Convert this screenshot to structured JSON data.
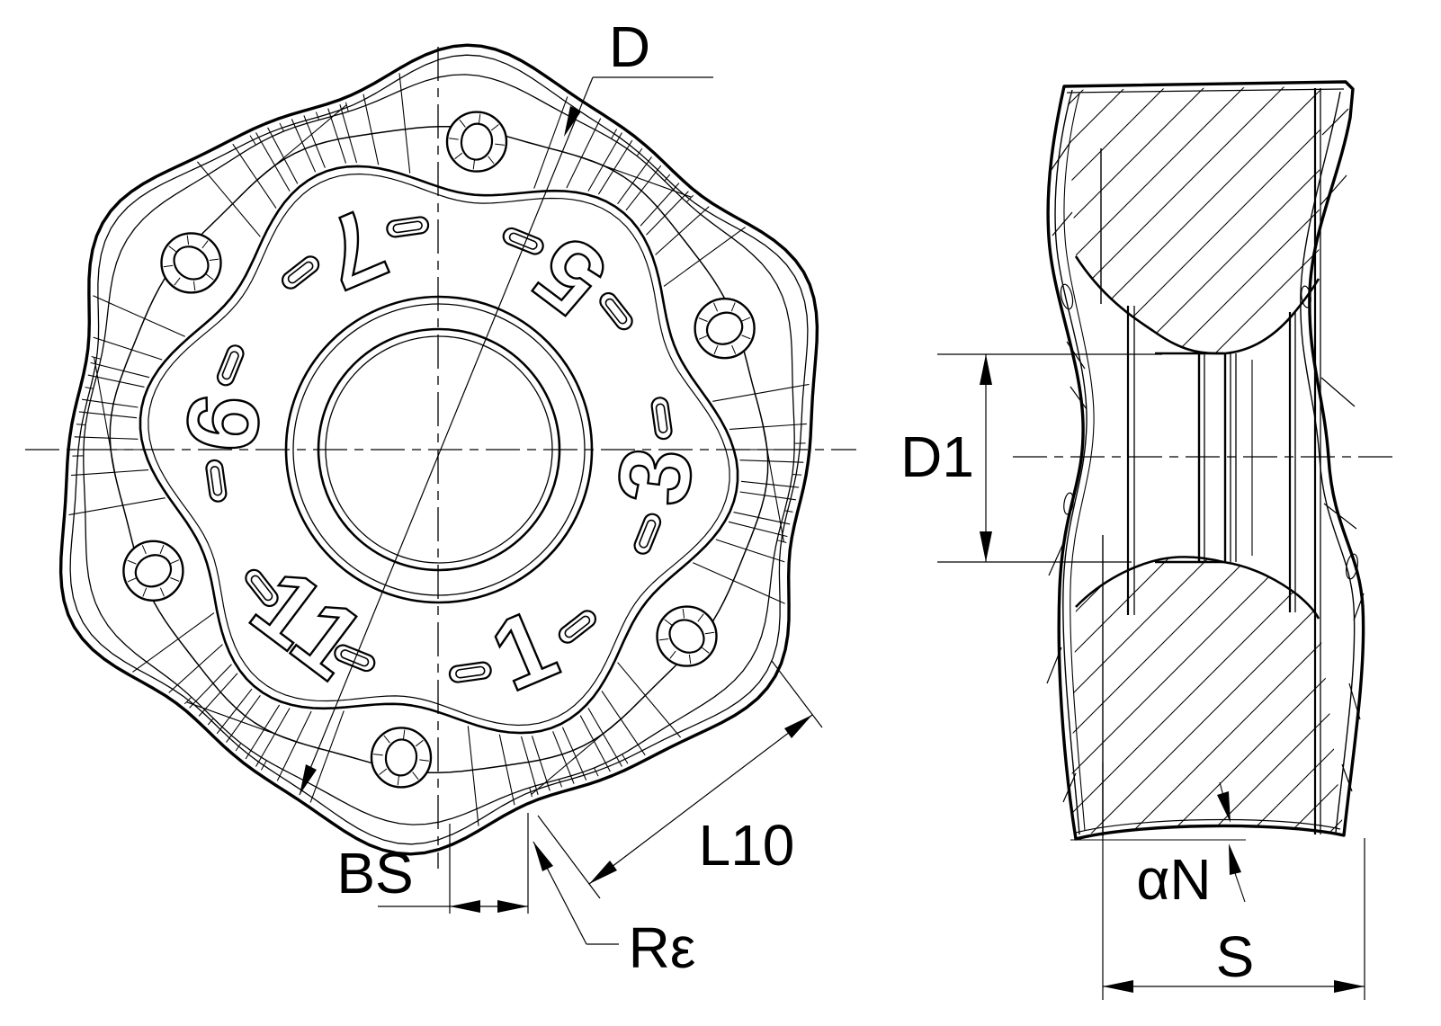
{
  "labels": {
    "d": "D",
    "bs": "BS",
    "r_epsilon": "Rε",
    "l10": "L10",
    "d1": "D1",
    "alpha_n": "αN",
    "s": "S"
  },
  "front_view": {
    "edge_numbers": [
      {
        "value": "7",
        "angle_deg": -113
      },
      {
        "value": "5",
        "angle_deg": -53
      },
      {
        "value": "3",
        "angle_deg": 7
      },
      {
        "value": "1",
        "angle_deg": 67
      },
      {
        "value": "11",
        "angle_deg": 127
      },
      {
        "value": "9",
        "angle_deg": 187
      }
    ],
    "peripheral_hole_angles_deg": [
      -83,
      -23,
      37,
      97,
      157,
      217
    ]
  },
  "colors": {
    "line": "#000000",
    "background": "#ffffff"
  }
}
